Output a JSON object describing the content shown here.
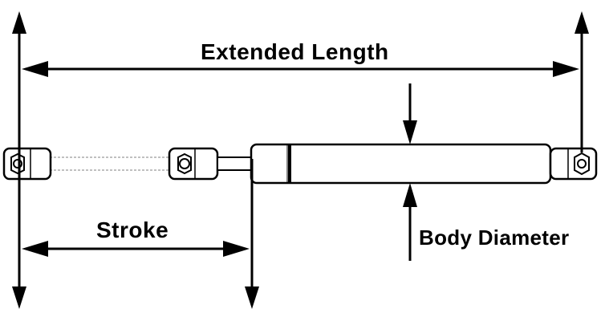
{
  "labels": {
    "extended_length": "Extended Length",
    "stroke": "Stroke",
    "body_diameter": "Body Diameter"
  },
  "colors": {
    "line": "#000000",
    "body_fill": "#ffffff",
    "rod_dash": "#9a9a9a"
  }
}
